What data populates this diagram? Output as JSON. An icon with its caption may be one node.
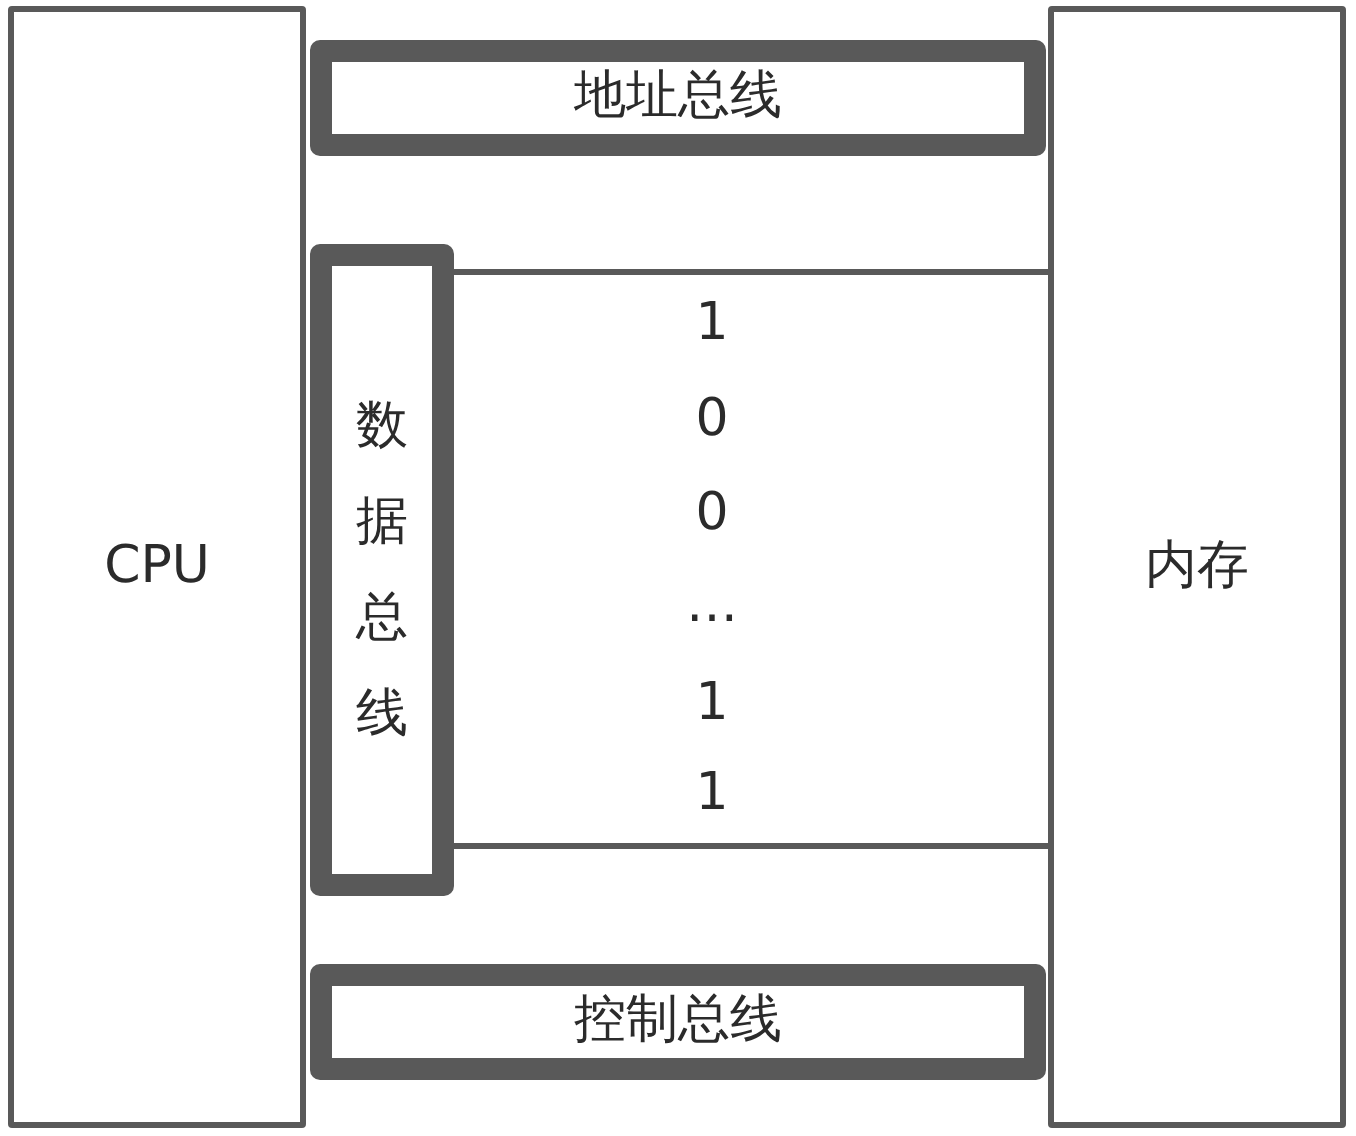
{
  "diagram": {
    "nodes": [
      {
        "text": [
          "CPU"
        ]
      },
      {
        "text": [
          "地址总线"
        ]
      },
      {
        "text": [
          "数据总线"
        ]
      },
      {
        "text": [
          "控制总线"
        ]
      },
      {
        "text": [
          "内存"
        ]
      }
    ],
    "edges": [
      {
        "from": 2,
        "to": 4,
        "arrow": "none"
      },
      {
        "from": 2,
        "to": 4,
        "arrow": "none"
      }
    ],
    "labels": [
      "1",
      "0",
      "0",
      "…",
      "1",
      "1"
    ]
  }
}
